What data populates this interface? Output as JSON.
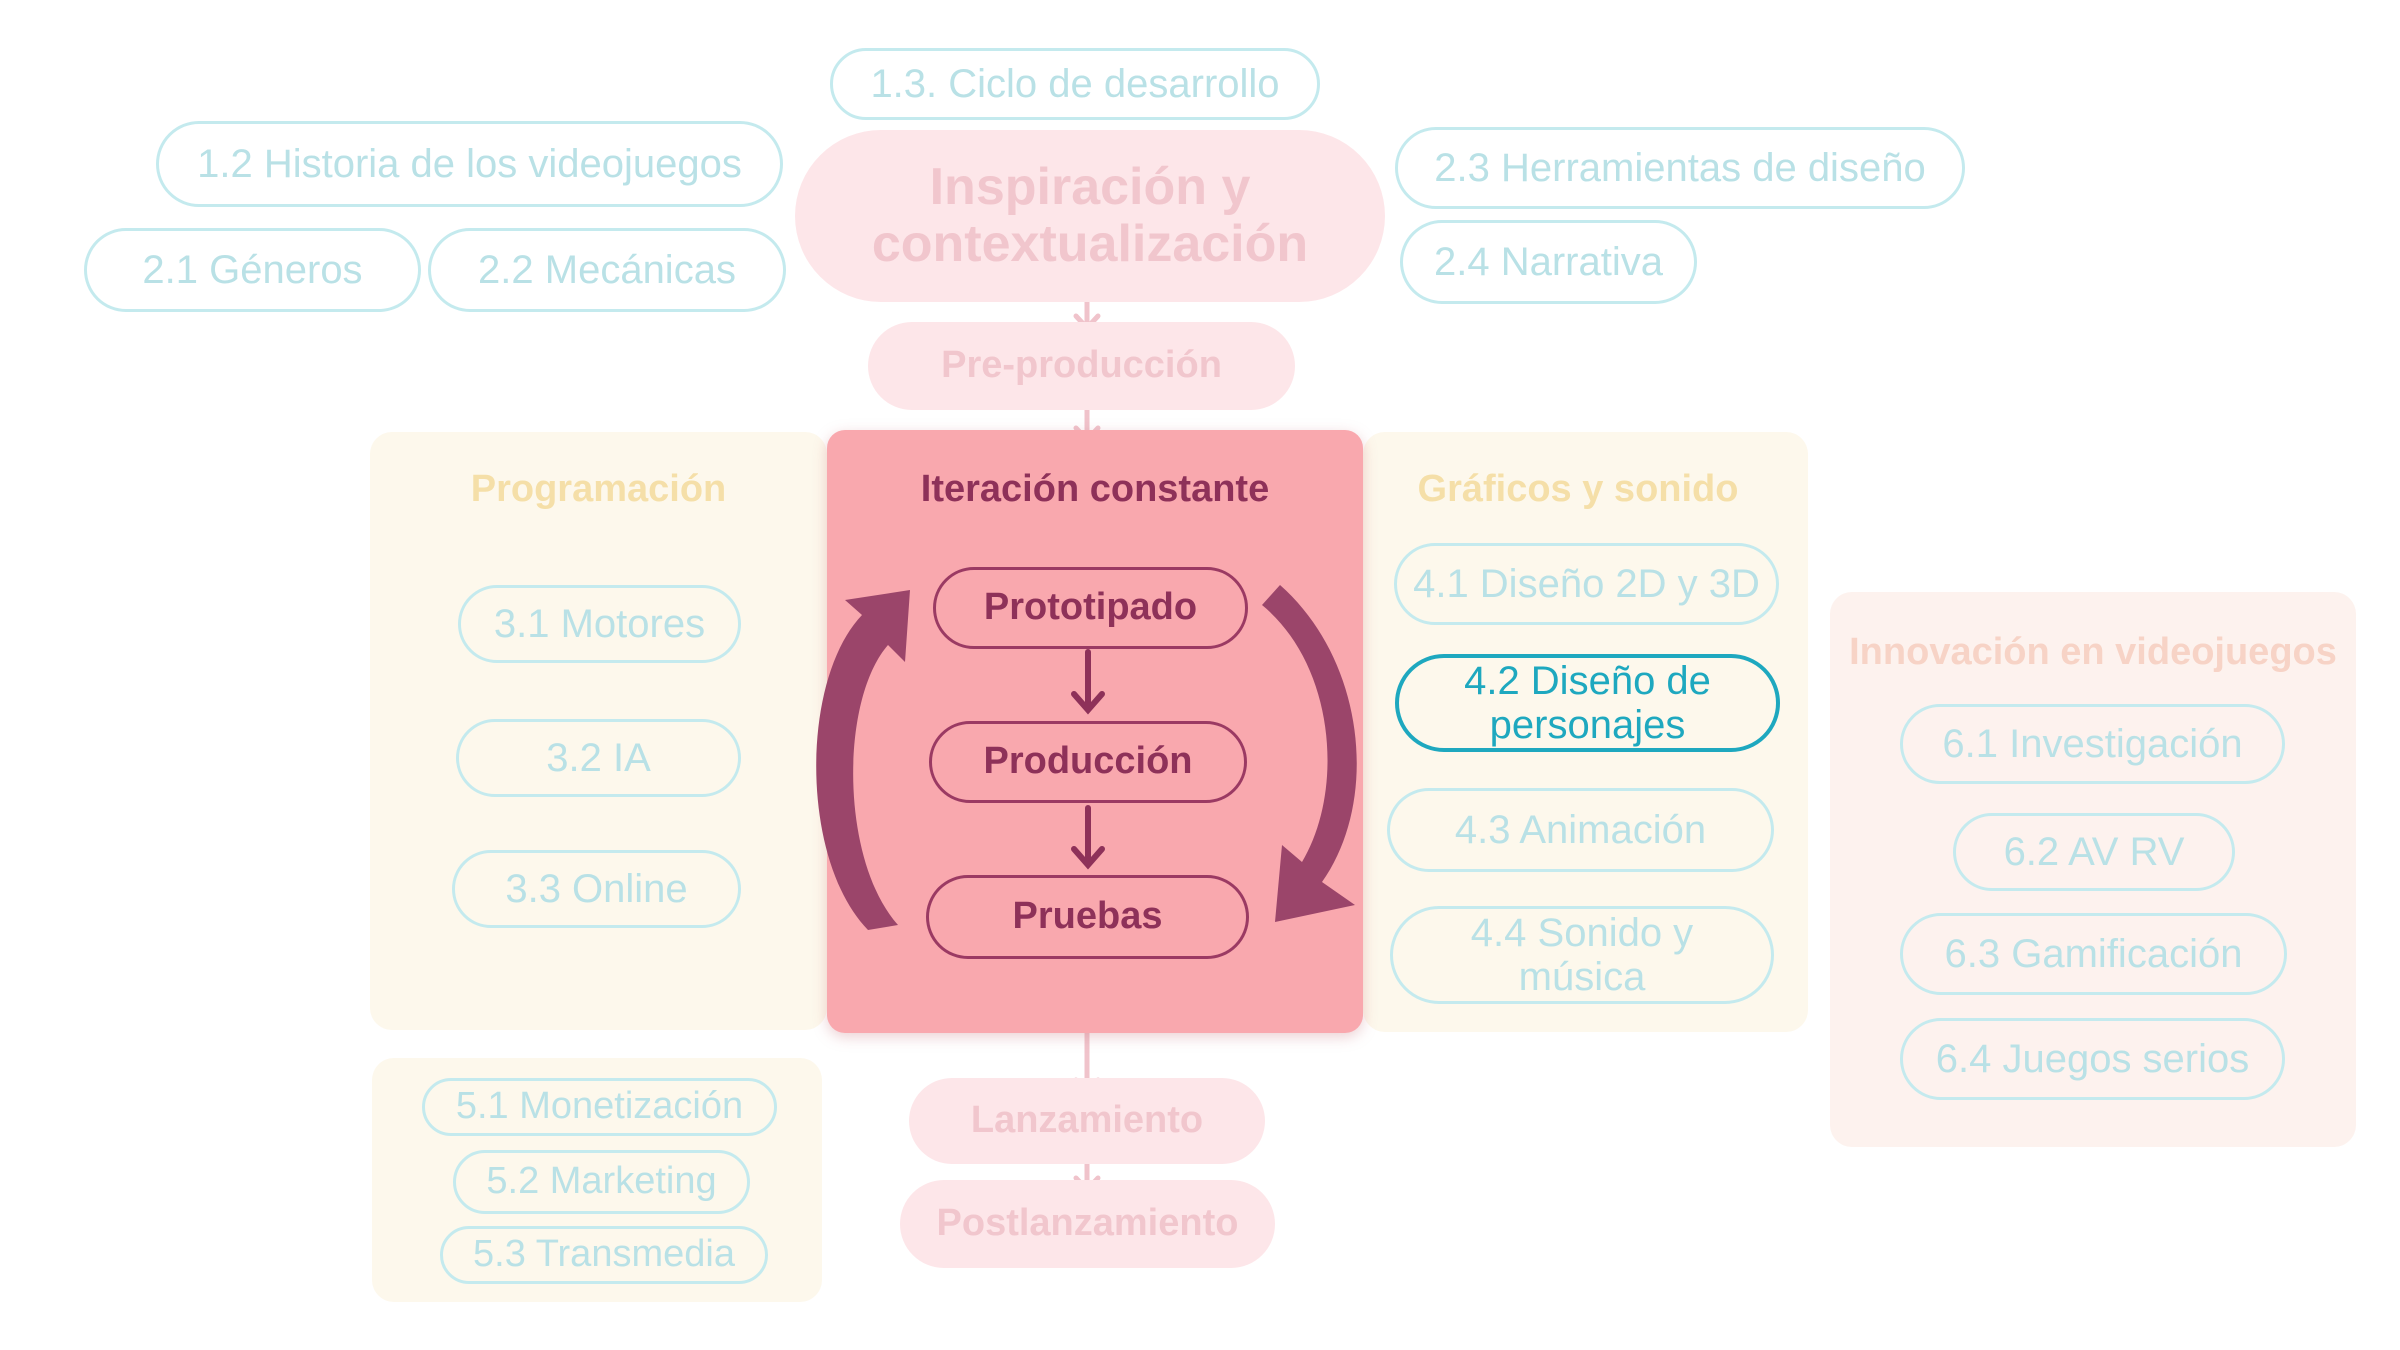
{
  "top": {
    "n13": "1.3. Ciclo de desarrollo",
    "n12": "1.2 Historia de los videojuegos",
    "n21": "2.1 Géneros",
    "n22": "2.2 Mecánicas",
    "n23": "2.3 Herramientas de diseño",
    "n24": "2.4 Narrativa",
    "inspiracion": "Inspiración y contextualización",
    "preproduccion": "Pre-producción"
  },
  "programacion": {
    "title": "Programación",
    "items": [
      "3.1 Motores",
      "3.2 IA",
      "3.3 Online"
    ]
  },
  "iteracion": {
    "title": "Iteración constante",
    "steps": [
      "Prototipado",
      "Producción",
      "Pruebas"
    ]
  },
  "graficos": {
    "title": "Gráficos y sonido",
    "items": [
      "4.1 Diseño 2D y 3D",
      "4.2 Diseño de personajes",
      "4.3 Animación",
      "4.4 Sonido y música"
    ]
  },
  "innovacion": {
    "title": "Innovación en videojuegos",
    "items": [
      "6.1 Investigación",
      "6.2 AV RV",
      "6.3 Gamificación",
      "6.4 Juegos serios"
    ]
  },
  "negocio": {
    "items": [
      "5.1 Monetización",
      "5.2 Marketing",
      "5.3 Transmedia"
    ]
  },
  "bottom": {
    "lanzamiento": "Lanzamiento",
    "postlanzamiento": "Postlanzamiento"
  },
  "colors": {
    "highlight": "#1ea8bf",
    "iteration_bg": "#f9a8ae",
    "iteration_dark": "#9b3a63"
  }
}
